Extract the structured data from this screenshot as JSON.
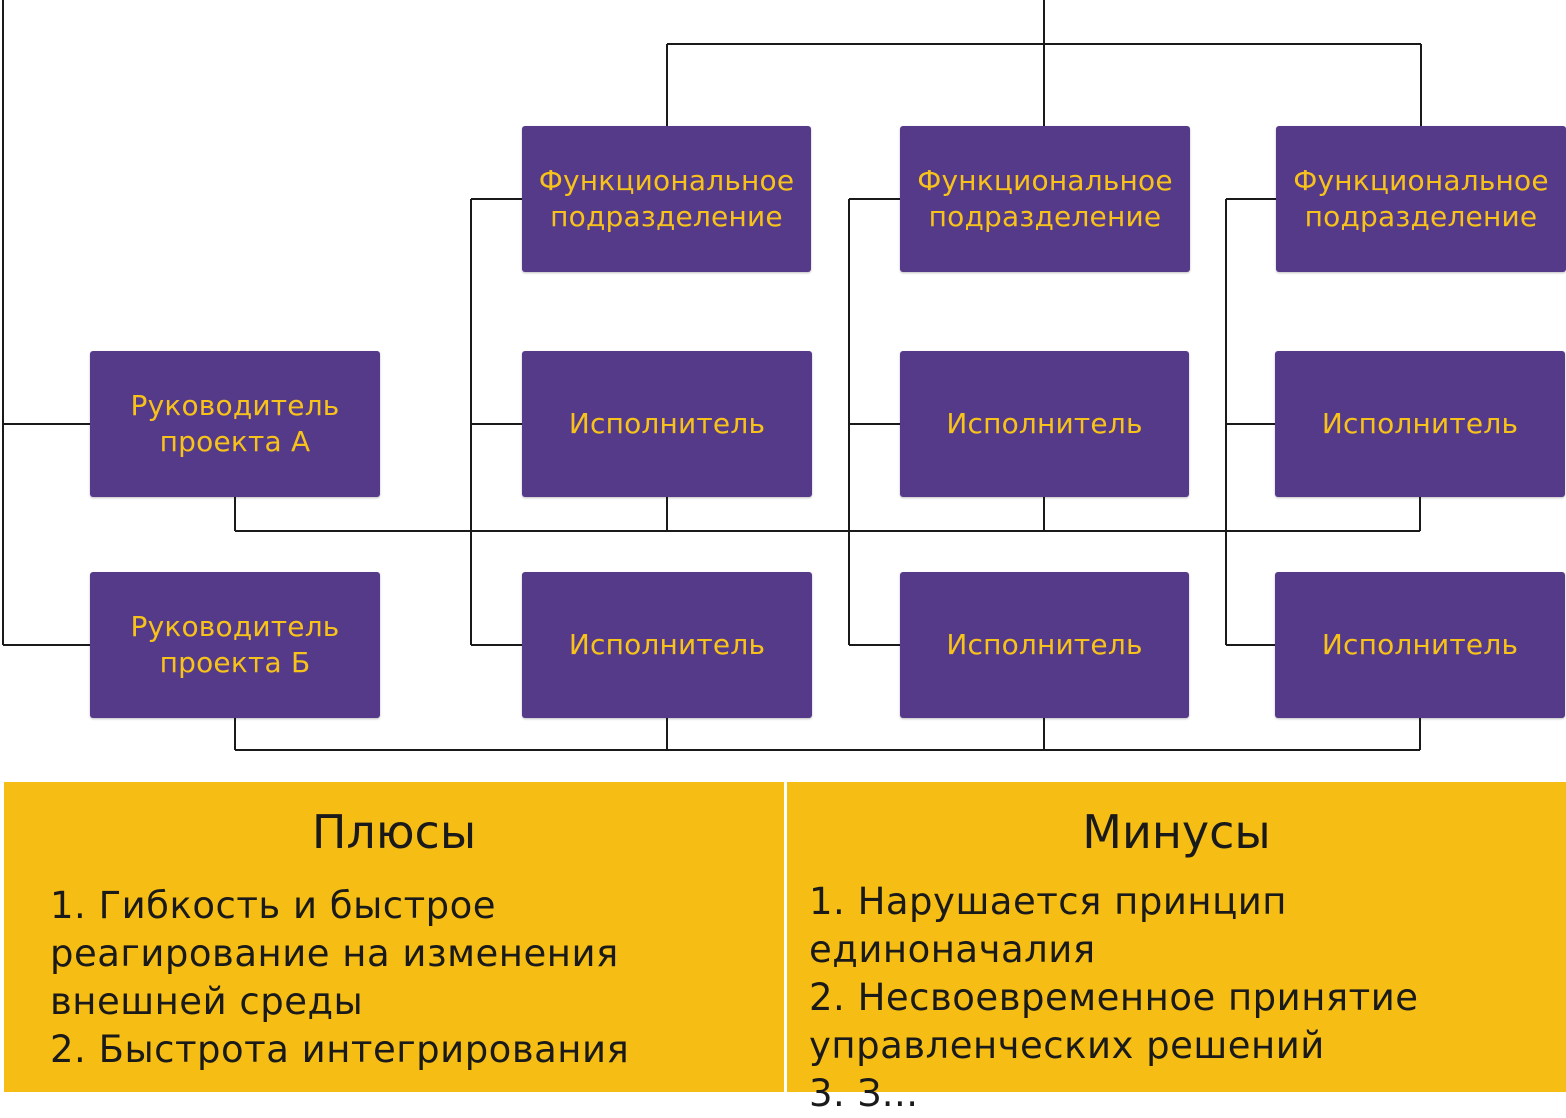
{
  "org_chart": {
    "functional_units": [
      {
        "label": "Функциональное\nподразделение"
      },
      {
        "label": "Функциональное\nподразделение"
      },
      {
        "label": "Функциональное\nподразделение"
      }
    ],
    "project_managers": [
      {
        "label": "Руководитель\nпроекта А"
      },
      {
        "label": "Руководитель\nпроекта Б"
      }
    ],
    "executor_label": "Исполнитель",
    "colors": {
      "box_fill": "#553a8a",
      "box_text": "#f7c21a",
      "line": "#1a1a1a",
      "panel": "#f6be14"
    }
  },
  "pros": {
    "title": "Плюсы",
    "items": [
      "1. Гибкость и быстрое",
      "реагирование на изменения",
      "внешней среды",
      "2. Быстрота интегрирования"
    ]
  },
  "cons": {
    "title": "Минусы",
    "items": [
      "1. Нарушается принцип",
      "единоначалия",
      "2. Несвоевременное принятие",
      "управленческих решений",
      "3. З..."
    ]
  }
}
